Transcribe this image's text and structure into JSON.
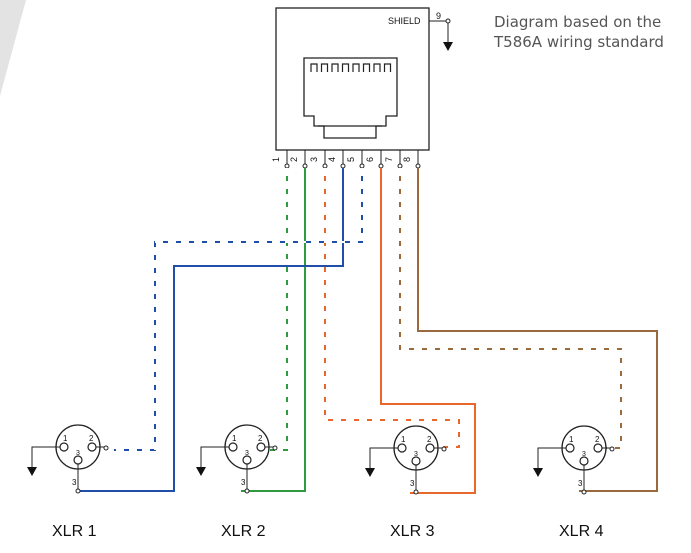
{
  "caption": {
    "line1": "Diagram based on the",
    "line2": "T586A wiring standard"
  },
  "connector": {
    "shield_label": "SHIELD",
    "shield_pin": "9",
    "pins": [
      "1",
      "2",
      "3",
      "4",
      "5",
      "6",
      "7",
      "8"
    ]
  },
  "xlr_pins": {
    "p1": "1",
    "p2": "2",
    "p3": "3"
  },
  "xlr_labels": [
    "XLR 1",
    "XLR 2",
    "XLR 3",
    "XLR 4"
  ],
  "colors": {
    "blue": "#1f4fa8",
    "green": "#2f9a3f",
    "orange": "#e8672a",
    "brown": "#9b6a3c",
    "line": "#222222",
    "banner": "#e3e3e3"
  }
}
